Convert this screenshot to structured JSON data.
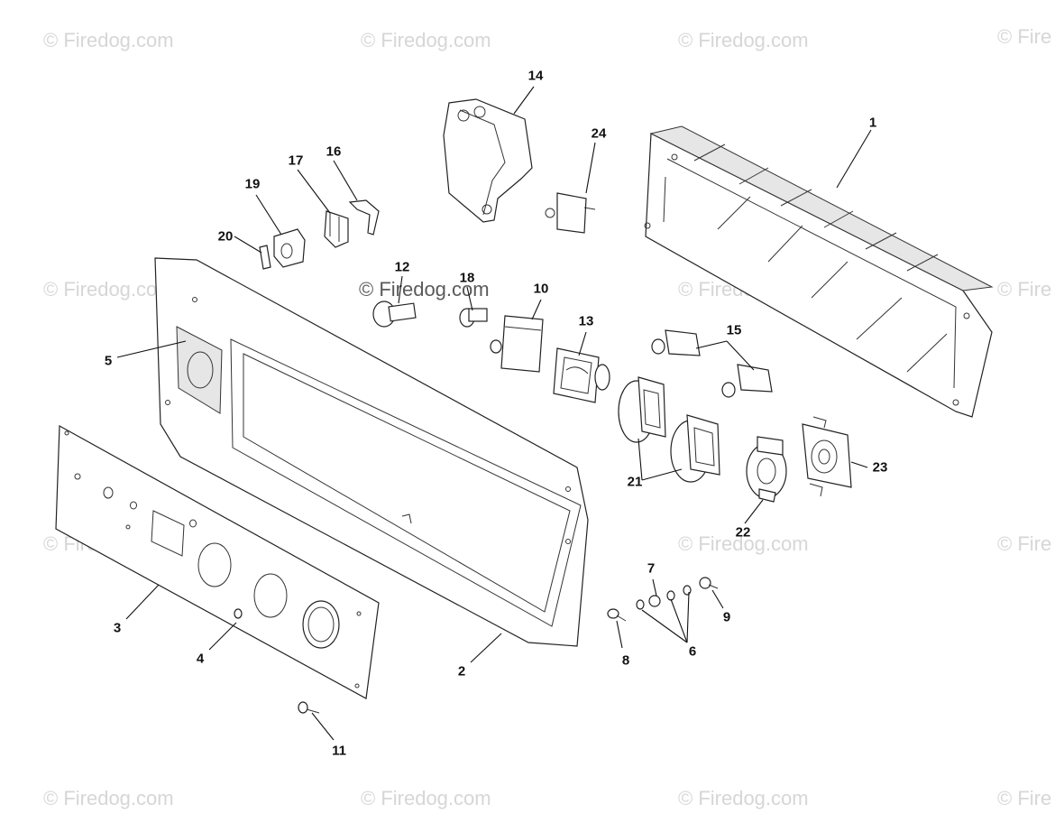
{
  "watermark": {
    "text": "© Firedog.com",
    "text_cut": "© Fire"
  },
  "callouts": {
    "p1": "1",
    "p2": "2",
    "p3": "3",
    "p4": "4",
    "p5": "5",
    "p6": "6",
    "p7": "7",
    "p8": "8",
    "p9": "9",
    "p10": "10",
    "p11": "11",
    "p12": "12",
    "p13": "13",
    "p14": "14",
    "p15": "15",
    "p16": "16",
    "p17": "17",
    "p18": "18",
    "p19": "19",
    "p20": "20",
    "p21": "21",
    "p22": "22",
    "p23": "23",
    "p24": "24"
  }
}
